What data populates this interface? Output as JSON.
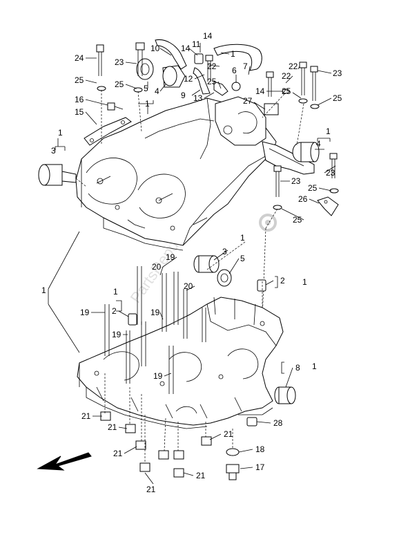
{
  "diagram": {
    "watermark": "PartsRepublik",
    "callouts": [
      {
        "id": "c24",
        "text": "24"
      },
      {
        "id": "c23a",
        "text": "23"
      },
      {
        "id": "c10",
        "text": "10"
      },
      {
        "id": "c14a",
        "text": "14"
      },
      {
        "id": "c11",
        "text": "11"
      },
      {
        "id": "c14b",
        "text": "14"
      },
      {
        "id": "c1a",
        "text": "1"
      },
      {
        "id": "c22a",
        "text": "22"
      },
      {
        "id": "c6",
        "text": "6"
      },
      {
        "id": "c7",
        "text": "7"
      },
      {
        "id": "c22b",
        "text": "22"
      },
      {
        "id": "c22c",
        "text": "22"
      },
      {
        "id": "c23b",
        "text": "23"
      },
      {
        "id": "c25a",
        "text": "25"
      },
      {
        "id": "c25b",
        "text": "25"
      },
      {
        "id": "c5a",
        "text": "5"
      },
      {
        "id": "c4a",
        "text": "4"
      },
      {
        "id": "c12",
        "text": "12"
      },
      {
        "id": "c9",
        "text": "9"
      },
      {
        "id": "c25c",
        "text": "25"
      },
      {
        "id": "c14c",
        "text": "14"
      },
      {
        "id": "c25d",
        "text": "25"
      },
      {
        "id": "c25e",
        "text": "25"
      },
      {
        "id": "c16",
        "text": "16"
      },
      {
        "id": "c13",
        "text": "13"
      },
      {
        "id": "c1b",
        "text": "1"
      },
      {
        "id": "c27",
        "text": "27"
      },
      {
        "id": "c15",
        "text": "15"
      },
      {
        "id": "c1c",
        "text": "1"
      },
      {
        "id": "c1d",
        "text": "1"
      },
      {
        "id": "c3a",
        "text": "3"
      },
      {
        "id": "c4b",
        "text": "4"
      },
      {
        "id": "c23c",
        "text": "23"
      },
      {
        "id": "c23d",
        "text": "23"
      },
      {
        "id": "c25f",
        "text": "25"
      },
      {
        "id": "c26",
        "text": "26"
      },
      {
        "id": "c25g",
        "text": "25"
      },
      {
        "id": "c1e",
        "text": "1"
      },
      {
        "id": "c3b",
        "text": "3"
      },
      {
        "id": "c5b",
        "text": "5"
      },
      {
        "id": "c19a",
        "text": "19"
      },
      {
        "id": "c20a",
        "text": "20"
      },
      {
        "id": "c1f",
        "text": "1"
      },
      {
        "id": "c2a",
        "text": "2"
      },
      {
        "id": "c1g",
        "text": "1"
      },
      {
        "id": "c20b",
        "text": "20"
      },
      {
        "id": "c1h",
        "text": "1"
      },
      {
        "id": "c19b",
        "text": "19"
      },
      {
        "id": "c2b",
        "text": "2"
      },
      {
        "id": "c19c",
        "text": "19"
      },
      {
        "id": "c19d",
        "text": "19"
      },
      {
        "id": "c8",
        "text": "8"
      },
      {
        "id": "c1i",
        "text": "1"
      },
      {
        "id": "c19e",
        "text": "19"
      },
      {
        "id": "c21a",
        "text": "21"
      },
      {
        "id": "c21b",
        "text": "21"
      },
      {
        "id": "c28",
        "text": "28"
      },
      {
        "id": "c21c",
        "text": "21"
      },
      {
        "id": "c21d",
        "text": "21"
      },
      {
        "id": "c18",
        "text": "18"
      },
      {
        "id": "c17",
        "text": "17"
      },
      {
        "id": "c21e",
        "text": "21"
      },
      {
        "id": "c21f",
        "text": "21"
      }
    ]
  }
}
